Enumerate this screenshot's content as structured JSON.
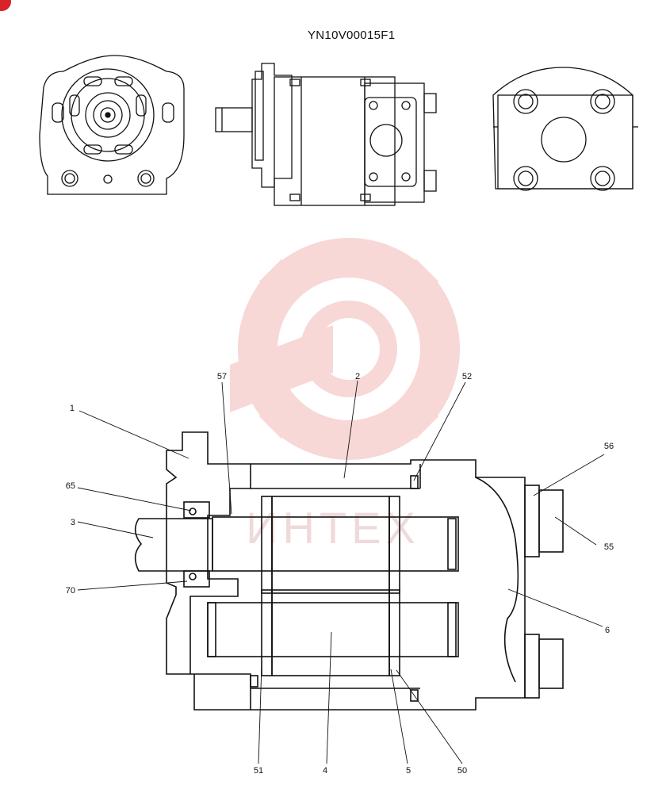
{
  "drawing_code": "YN10V00015F1",
  "watermark_text": "ИНТЕХ",
  "colors": {
    "ink": "#111111",
    "watermark": "#f4b8b8",
    "corner_badge": "#d8232a"
  },
  "callouts": [
    {
      "id": "c1",
      "label": "1"
    },
    {
      "id": "c2",
      "label": "2"
    },
    {
      "id": "c3",
      "label": "3"
    },
    {
      "id": "c4",
      "label": "4"
    },
    {
      "id": "c5",
      "label": "5"
    },
    {
      "id": "c6",
      "label": "6"
    },
    {
      "id": "c50",
      "label": "50"
    },
    {
      "id": "c51",
      "label": "51"
    },
    {
      "id": "c52",
      "label": "52"
    },
    {
      "id": "c55",
      "label": "55"
    },
    {
      "id": "c56",
      "label": "56"
    },
    {
      "id": "c57",
      "label": "57"
    },
    {
      "id": "c65",
      "label": "65"
    },
    {
      "id": "c70",
      "label": "70"
    }
  ]
}
